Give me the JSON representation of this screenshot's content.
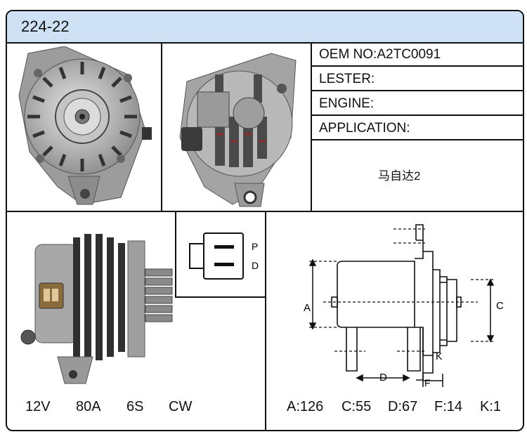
{
  "part_number": "224-22",
  "info": {
    "oem_label": "OEM NO:",
    "oem_value": "A2TC0091",
    "lester_label": "LESTER:",
    "engine_label": "ENGINE:",
    "application_label": "APPLICATION:",
    "application_value": "马自达2"
  },
  "connector": {
    "pin_p": "P",
    "pin_d": "D"
  },
  "dimensions_diagram": {
    "a": "A",
    "c": "C",
    "d": "D",
    "f": "F",
    "k": "K"
  },
  "specs": {
    "voltage": "12V",
    "amperage": "80A",
    "pulley": "6S",
    "rotation": "CW"
  },
  "dimensions": {
    "a": "A:126",
    "c": "C:55",
    "d": "D:67",
    "f": "F:14",
    "k": "K:1"
  },
  "colors": {
    "header_bg": "#cfe2f5",
    "border": "#111111"
  }
}
